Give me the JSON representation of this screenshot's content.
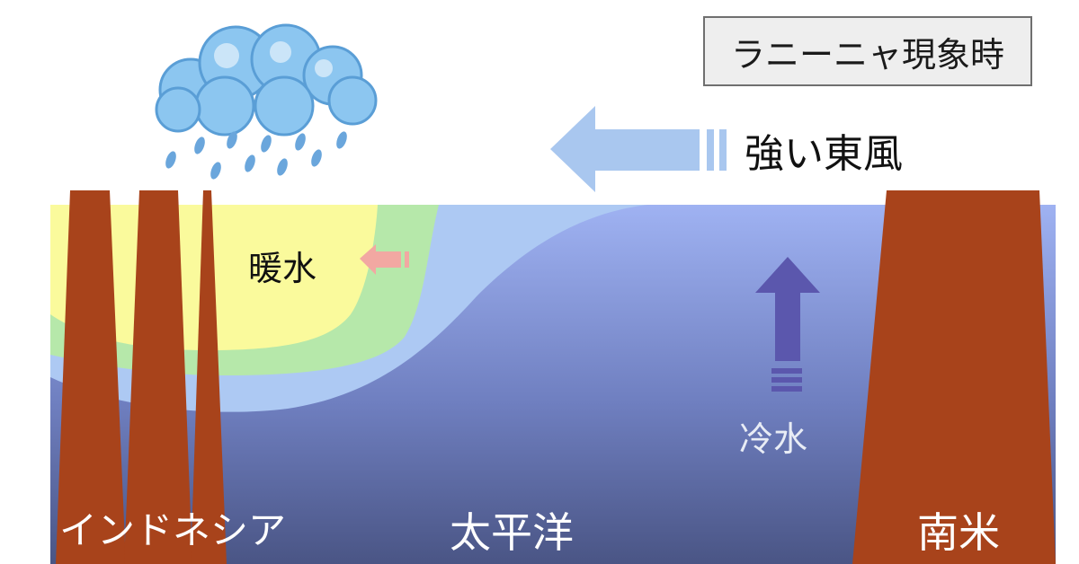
{
  "title": "ラニーニャ現象時",
  "labels": {
    "wind": "強い東風",
    "warm_water": "暖水",
    "cold_water": "冷水",
    "indonesia": "インドネシア",
    "pacific": "太平洋",
    "south_america": "南米"
  },
  "icons": [
    "rain-cloud-icon",
    "wind-arrow-icon",
    "warm-current-arrow-icon",
    "upwelling-arrow-icon"
  ],
  "colors": {
    "ocean_top": "#9fb2f2",
    "ocean_bottom": "#4a5585",
    "warm_pool": "#fafa9c",
    "warm_edge": "#b6e8aa",
    "mid_layer": "#adc9f3",
    "land": "#a8431b",
    "wind_arrow": "#a9c7ef",
    "warm_arrow": "#f2a8a2",
    "upwelling_arrow": "#5b57ad",
    "cloud": "#8cc6f0"
  }
}
